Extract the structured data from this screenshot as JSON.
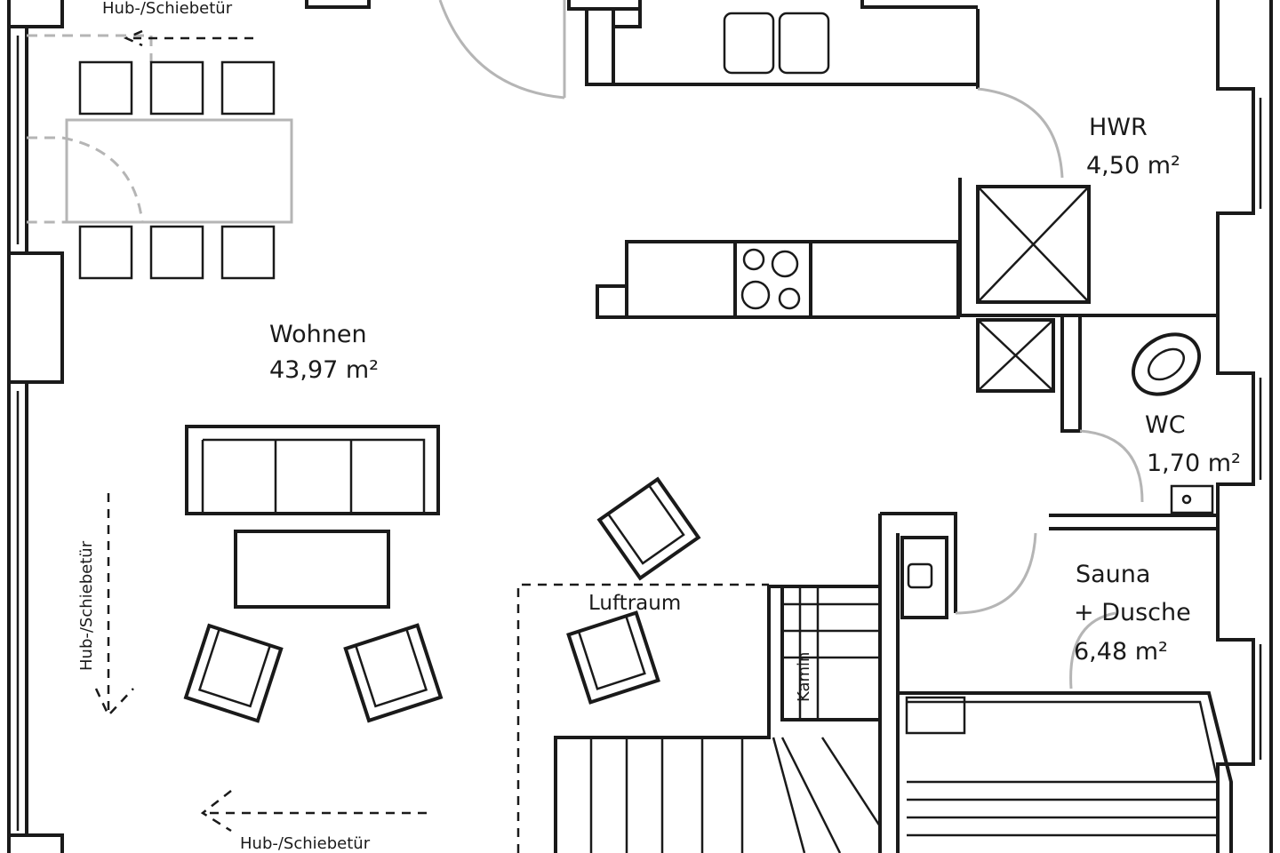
{
  "rooms": {
    "wohnen": {
      "name": "Wohnen",
      "area": "43,97 m²"
    },
    "hwr": {
      "name": "HWR",
      "area": "4,50 m²"
    },
    "wc": {
      "name": "WC",
      "area": "1,70 m²"
    },
    "sauna": {
      "name": "Sauna",
      "name2": "+ Dusche",
      "area": "6,48 m²"
    },
    "luftraum": {
      "name": "Luftraum"
    },
    "kamin": {
      "name": "Kamin"
    }
  },
  "doors": {
    "top": "Hub-/Schiebetür",
    "left": "Hub-/Schiebetür",
    "bottom": "Hub-/Schiebetür"
  }
}
